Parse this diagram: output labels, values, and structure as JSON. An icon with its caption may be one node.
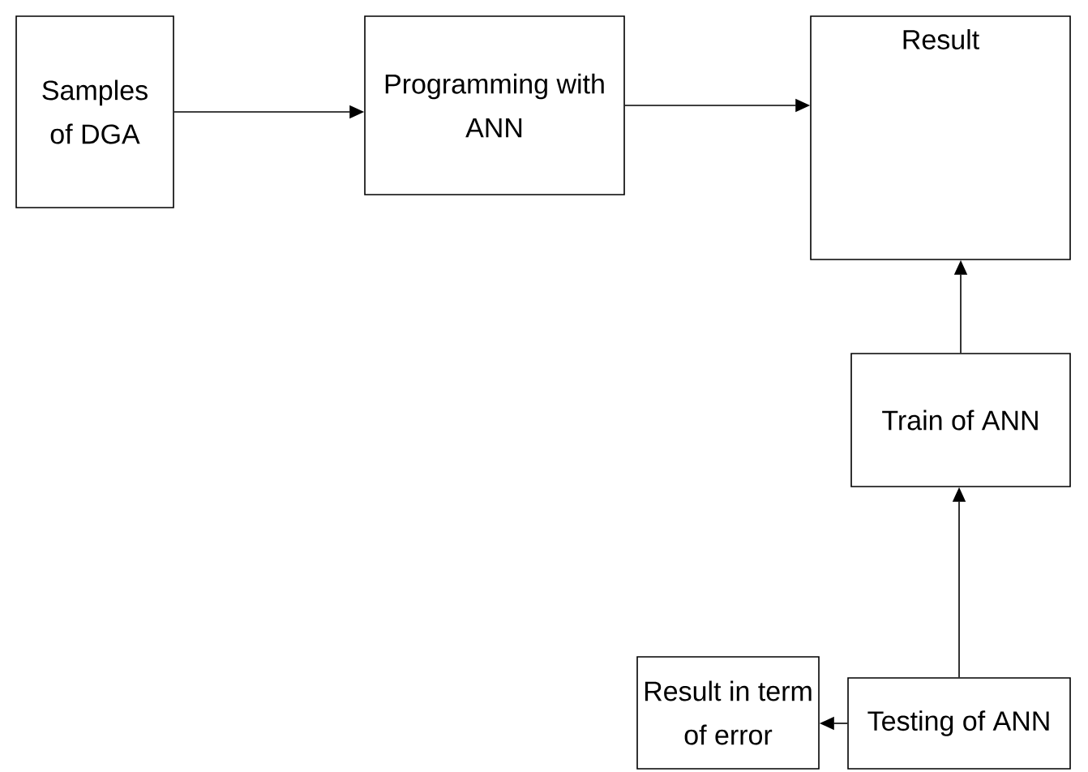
{
  "diagram": {
    "nodes": [
      {
        "text": [
          "Samples of DGA"
        ]
      },
      {
        "text": [
          "Programming with ANN"
        ]
      },
      {
        "text": [
          "Result"
        ]
      },
      {
        "text": [
          "Train of ANN"
        ]
      },
      {
        "text": [
          "Testing of ANN"
        ]
      },
      {
        "text": [
          "Result in term of error"
        ]
      }
    ],
    "edges": [
      {
        "from": 0,
        "to": 1,
        "arrow": "to"
      },
      {
        "from": 1,
        "to": 2,
        "arrow": "to"
      },
      {
        "from": 3,
        "to": 2,
        "arrow": "to"
      },
      {
        "from": 4,
        "to": 3,
        "arrow": "to"
      },
      {
        "from": 4,
        "to": 5,
        "arrow": "to"
      }
    ]
  }
}
